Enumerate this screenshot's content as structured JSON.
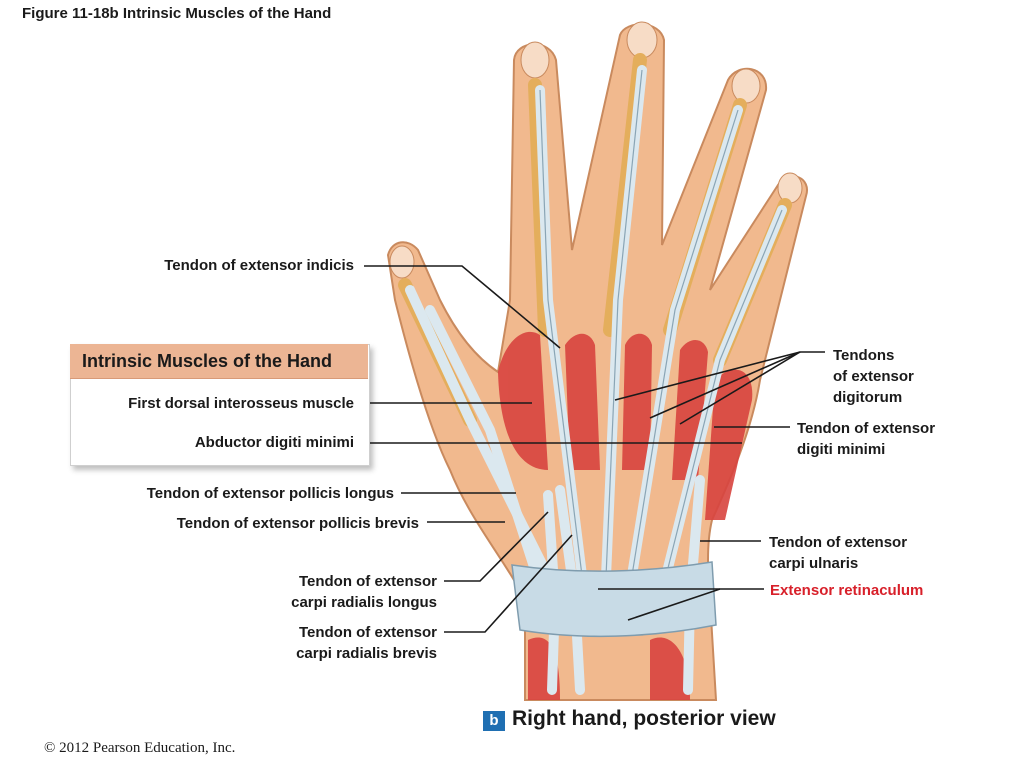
{
  "figure_title": "Figure 11-18b  Intrinsic Muscles of the Hand",
  "box": {
    "title": "Intrinsic Muscles of the Hand",
    "items": [
      "First dorsal interosseus muscle",
      "Abductor digiti minimi"
    ]
  },
  "left_labels": [
    "Tendon of extensor indicis",
    "Tendon of extensor pollicis longus",
    "Tendon of extensor pollicis brevis",
    "Tendon of extensor",
    "carpi radialis longus",
    "Tendon of extensor",
    "carpi radialis brevis"
  ],
  "right_labels": {
    "digitorum": [
      "Tendons",
      "of extensor",
      "digitorum"
    ],
    "digiti_minimi": [
      "Tendon of extensor",
      "digiti minimi"
    ],
    "carpi_ulnaris": [
      "Tendon of extensor",
      "carpi ulnaris"
    ],
    "retinaculum": "Extensor retinaculum"
  },
  "caption": {
    "badge": "b",
    "text": "Right hand, posterior view"
  },
  "copyright": "© 2012 Pearson Education, Inc.",
  "colors": {
    "skin": "#f1b98e",
    "bone": "#e4ae5c",
    "muscle": "#d8443f",
    "tendon": "#dbe8ef",
    "accent_red": "#d8202a",
    "badge_blue": "#1f6fb2"
  }
}
